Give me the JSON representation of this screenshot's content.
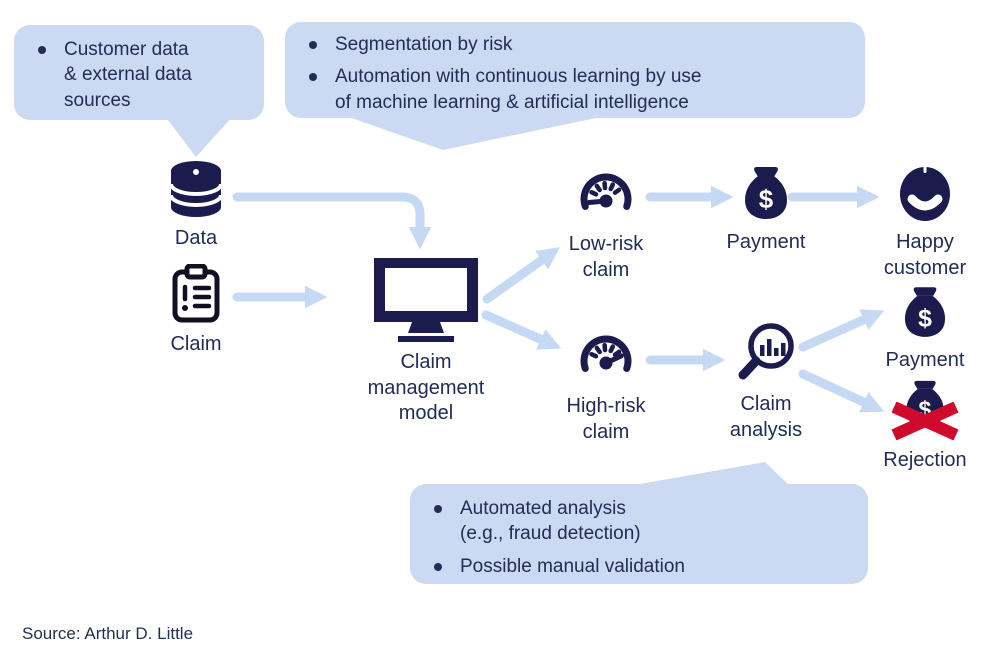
{
  "colors": {
    "bubble": "#ccd9f3",
    "arrow": "#c6d9f4",
    "icon_navy": "#1b1b4d",
    "icon_black": "#101022",
    "text": "#232c55",
    "reject_red": "#cf0a2c"
  },
  "bubbles": {
    "sources": {
      "items": [
        "Customer data\n& external data\nsources"
      ]
    },
    "segmentation": {
      "items": [
        "Segmentation by risk",
        "Automation with continuous learning by use\nof machine learning & artificial intelligence"
      ]
    },
    "analysis": {
      "items": [
        "Automated analysis\n(e.g., fraud detection)",
        "Possible manual validation"
      ]
    }
  },
  "nodes": {
    "data": {
      "label": "Data",
      "icon": "database-icon"
    },
    "claim": {
      "label": "Claim",
      "icon": "clipboard-icon"
    },
    "model": {
      "label": "Claim\nmanagement\nmodel",
      "icon": "monitor-icon"
    },
    "low_risk": {
      "label": "Low-risk\nclaim",
      "icon": "gauge-low-icon"
    },
    "payment_low": {
      "label": "Payment",
      "icon": "money-bag-icon"
    },
    "happy": {
      "label": "Happy\ncustomer",
      "icon": "happy-face-icon"
    },
    "high_risk": {
      "label": "High-risk\nclaim",
      "icon": "gauge-high-icon"
    },
    "analysis": {
      "label": "Claim\nanalysis",
      "icon": "magnifier-chart-icon"
    },
    "payment_high": {
      "label": "Payment",
      "icon": "money-bag-icon"
    },
    "rejection": {
      "label": "Rejection",
      "icon": "money-bag-crossed-icon"
    }
  },
  "source": "Source: Arthur D. Little"
}
